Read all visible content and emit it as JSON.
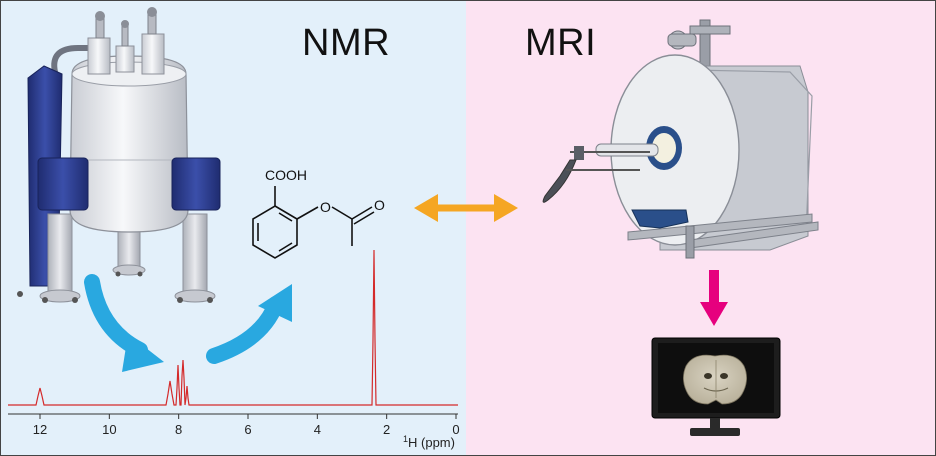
{
  "titles": {
    "left": "NMR",
    "right": "MRI"
  },
  "molecule": {
    "group1": "COOH",
    "group2": "O",
    "group3": "O"
  },
  "spectrum_axis": {
    "ticks": [
      "12",
      "10",
      "8",
      "6",
      "4",
      "2",
      "0"
    ],
    "label_sup": "1",
    "label": "H (ppm)"
  },
  "colors": {
    "nmr_background": "#e3f0fa",
    "mri_background": "#fce3f2",
    "spectrum_line": "#d42a2a",
    "cycle_arrow": "#29a8e0",
    "link_arrow": "#f5a623",
    "output_arrow": "#e6007e",
    "magnet_blue": "#2c3c90"
  },
  "icons": [
    "nmr-spectrometer-icon",
    "mri-scanner-icon",
    "monitor-icon",
    "brain-slice-icon"
  ]
}
